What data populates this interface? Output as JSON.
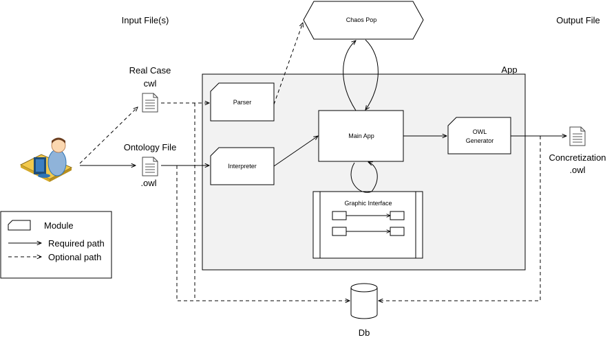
{
  "headings": {
    "input_files": "Input File(s)",
    "output_file": "Output File"
  },
  "nodes": {
    "chaos_pop": "Chaos Pop",
    "app": "App",
    "parser": "Parser",
    "interpreter": "Interpreter",
    "main_app": "Main App",
    "owl_generator_line1": "OWL",
    "owl_generator_line2": "Generator",
    "graphic_interface": "Graphic Interface",
    "db": "Db"
  },
  "files": {
    "real_case_line1": "Real Case",
    "real_case_line2": "cwl",
    "ontology_line1": "Ontology File",
    "ontology_line2": ".owl",
    "concretization_line1": "Concretization",
    "concretization_line2": ".owl"
  },
  "legend": {
    "module": "Module",
    "required_path": "Required path",
    "optional_path": "Optional path"
  }
}
